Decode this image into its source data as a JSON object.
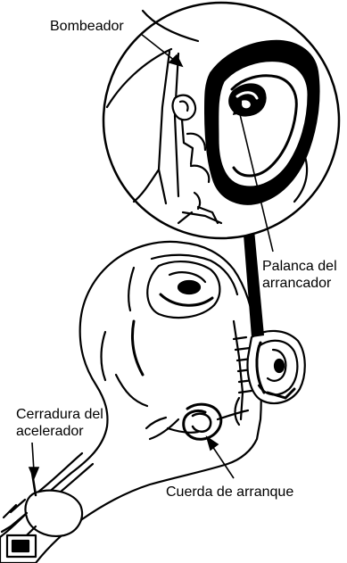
{
  "labels": {
    "primer": "Bombeador",
    "starter_handle_line1": "Palanca del",
    "starter_handle_line2": "arrancador",
    "throttle_lock_line1": "Cerradura del",
    "throttle_lock_line2": "acelerador",
    "starter_rope": "Cuerda de arranque"
  },
  "colors": {
    "ink": "#000000",
    "paper": "#ffffff"
  }
}
